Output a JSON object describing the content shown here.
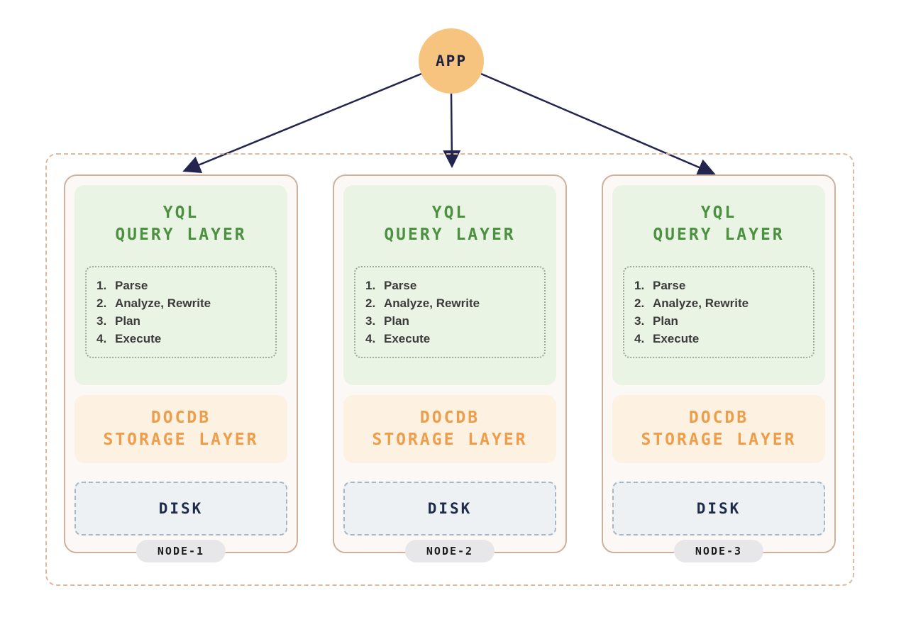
{
  "app": {
    "label": "APP"
  },
  "nodes": [
    {
      "name": "NODE-1",
      "query_layer": {
        "title_line1": "YQL",
        "title_line2": "QUERY LAYER",
        "steps": [
          {
            "num": "1.",
            "label": "Parse"
          },
          {
            "num": "2.",
            "label": "Analyze, Rewrite"
          },
          {
            "num": "3.",
            "label": "Plan"
          },
          {
            "num": "4.",
            "label": "Execute"
          }
        ]
      },
      "storage_layer": {
        "title_line1": "DOCDB",
        "title_line2": "STORAGE LAYER"
      },
      "disk_label": "DISK"
    },
    {
      "name": "NODE-2",
      "query_layer": {
        "title_line1": "YQL",
        "title_line2": "QUERY LAYER",
        "steps": [
          {
            "num": "1.",
            "label": "Parse"
          },
          {
            "num": "2.",
            "label": "Analyze, Rewrite"
          },
          {
            "num": "3.",
            "label": "Plan"
          },
          {
            "num": "4.",
            "label": "Execute"
          }
        ]
      },
      "storage_layer": {
        "title_line1": "DOCDB",
        "title_line2": "STORAGE LAYER"
      },
      "disk_label": "DISK"
    },
    {
      "name": "NODE-3",
      "query_layer": {
        "title_line1": "YQL",
        "title_line2": "QUERY LAYER",
        "steps": [
          {
            "num": "1.",
            "label": "Parse"
          },
          {
            "num": "2.",
            "label": "Analyze, Rewrite"
          },
          {
            "num": "3.",
            "label": "Plan"
          },
          {
            "num": "4.",
            "label": "Execute"
          }
        ]
      },
      "storage_layer": {
        "title_line1": "DOCDB",
        "title_line2": "STORAGE LAYER"
      },
      "disk_label": "DISK"
    }
  ],
  "colors": {
    "app_circle": "#F6C47E",
    "arrow": "#23254E",
    "query_text": "#4C9140",
    "query_bg": "#E9F4E4",
    "storage_text": "#EE9E4A",
    "storage_bg": "#FDF1E1",
    "disk_text": "#1E2A4A",
    "disk_bg": "#EDF1F4",
    "node_border": "#CFB09A",
    "cluster_border": "#DDB9A0"
  }
}
